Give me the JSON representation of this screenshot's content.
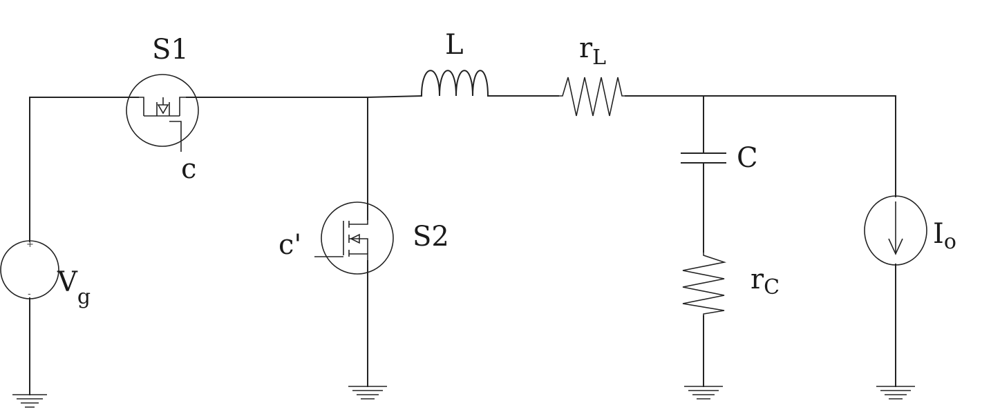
{
  "labels": {
    "s1": {
      "main": "S",
      "sub": "1"
    },
    "s1_gate": "c",
    "s2": {
      "main": "S",
      "sub": "2"
    },
    "s2_gate": "c'",
    "inductor": "L",
    "rl": {
      "main": "r",
      "sub": "L"
    },
    "capacitor": "C",
    "rc": {
      "main": "r",
      "sub": "C"
    },
    "source": {
      "main": "V",
      "sub": "g"
    },
    "current": {
      "main": "I",
      "sub": "o"
    },
    "plus": "+",
    "minus": "-"
  }
}
